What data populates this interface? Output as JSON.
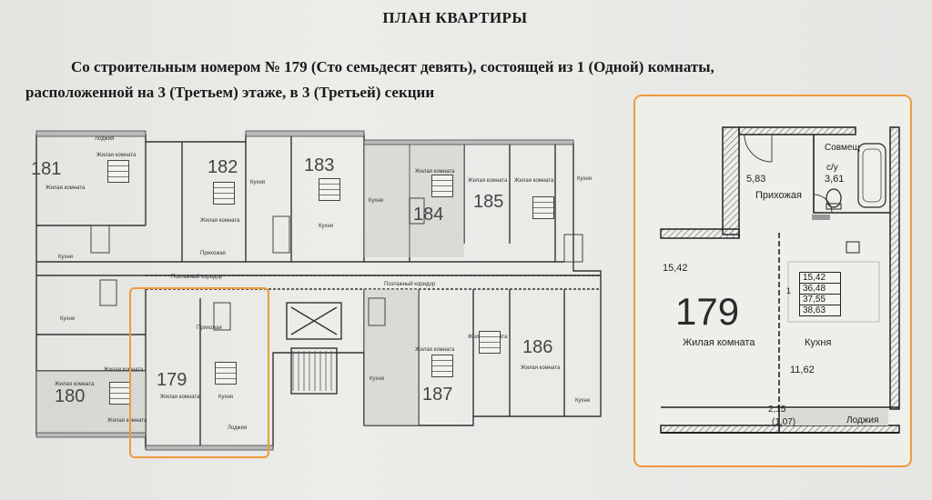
{
  "document": {
    "title": "ПЛАН КВАРТИРЫ",
    "description_line1": "Со строительным номером № 179 (Сто семьдесят девять), состоящей из 1 (Одной) комнаты,",
    "description_line2": "расположенной на 3 (Третьем) этаже, в 3 (Третьей) секции"
  },
  "floor_plan": {
    "apartments": [
      "181",
      "182",
      "183",
      "184",
      "185",
      "186",
      "187",
      "179",
      "180"
    ],
    "rooms": {
      "living": "Жилая комната",
      "kitchen": "Кухня",
      "hall": "Прихожая",
      "loggia": "Лоджия",
      "bath": "Совмещ.",
      "corridor": "Поэтажный коридор"
    },
    "highlight_color": "#f09a3c"
  },
  "unit_plan": {
    "number": "179",
    "room_count": "1",
    "labels": {
      "hall": "Прихожая",
      "bath": "Совмещ",
      "bath_code": "с/у",
      "living": "Жилая комната",
      "kitchen": "Кухня",
      "loggia": "Лоджия"
    },
    "areas": {
      "hall": "5,83",
      "bath": "3,61",
      "living": "15,42",
      "kitchen": "11,62",
      "loggia": "2,15",
      "loggia_reduced": "(1,07)"
    },
    "summary_table": [
      "15,42",
      "36,48",
      "37,55",
      "38,63"
    ]
  }
}
